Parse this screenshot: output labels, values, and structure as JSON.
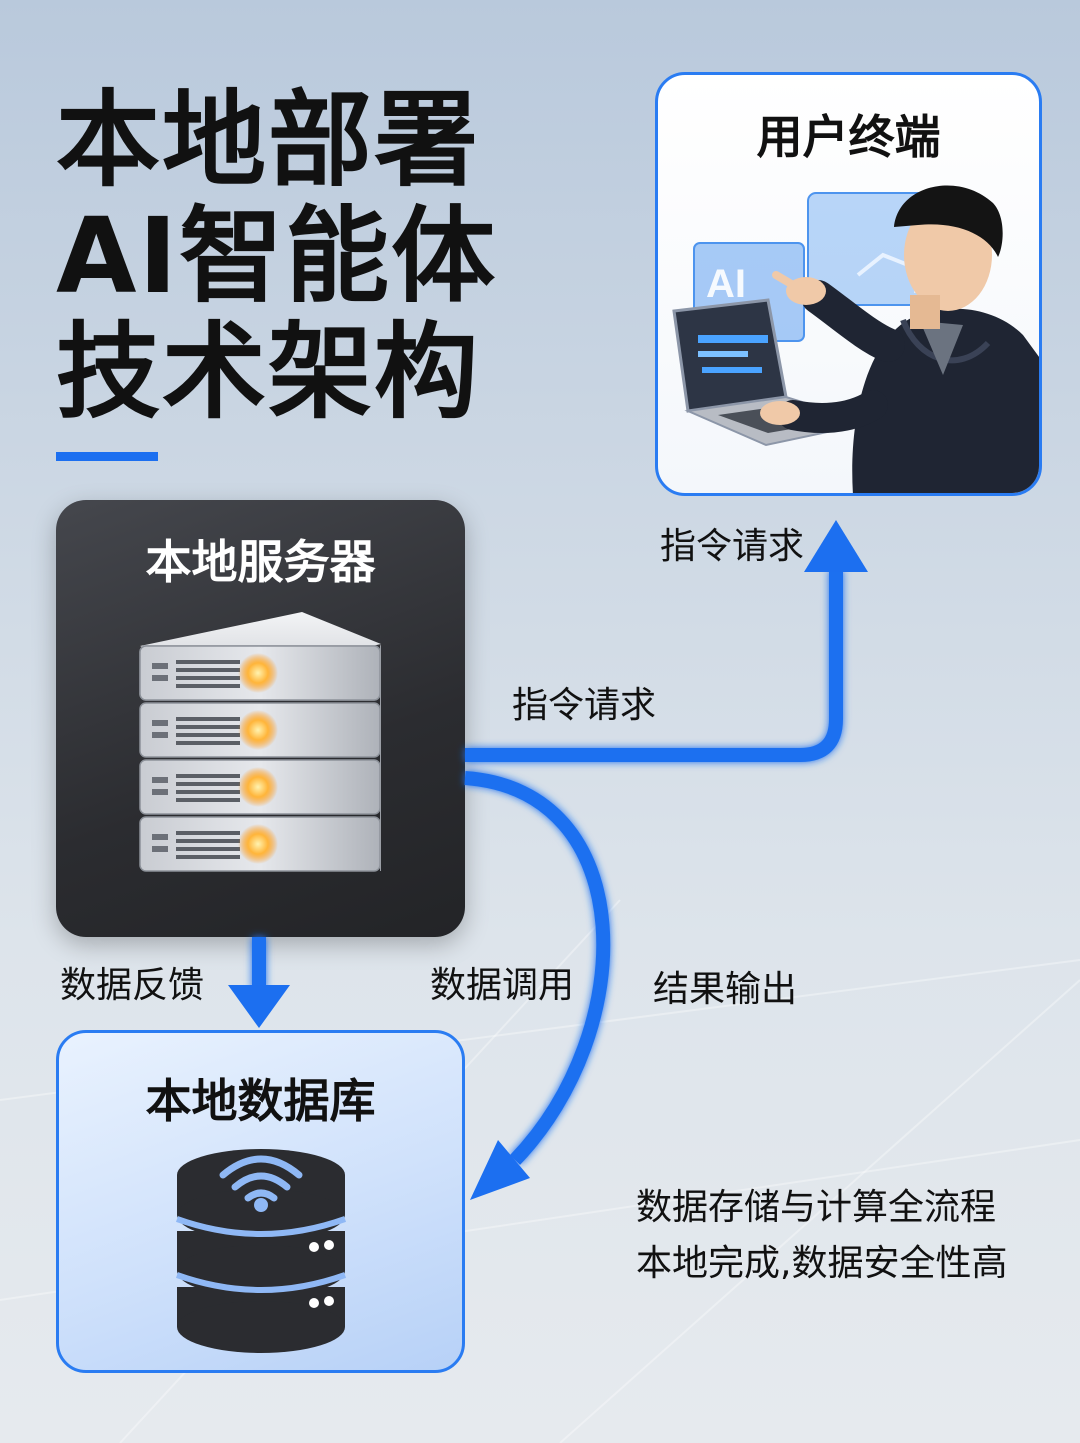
{
  "title": {
    "lines": [
      "本地部署",
      "AI智能体",
      "技术架构"
    ]
  },
  "nodes": {
    "user_terminal": {
      "label": "用户终端",
      "screen_text": "AI"
    },
    "local_server": {
      "label": "本地服务器"
    },
    "local_database": {
      "label": "本地数据库"
    }
  },
  "edges": {
    "server_to_user_mid": "指令请求",
    "user_up": "指令请求",
    "server_to_db": "数据反馈",
    "db_call": "数据调用",
    "result_output": "结果输出"
  },
  "note": {
    "lines": [
      "数据存储与计算全流程",
      "本地完成,数据安全性高"
    ]
  },
  "colors": {
    "accent": "#1c6ff0",
    "card_border": "#2a7cf2",
    "server_card": "#2b2c30",
    "db_card": "#cfe1fb",
    "led": "#ffb53a"
  },
  "icons": {
    "server": "server-rack-icon",
    "database": "database-icon",
    "wifi": "wifi-icon",
    "user": "person-laptop-icon"
  }
}
